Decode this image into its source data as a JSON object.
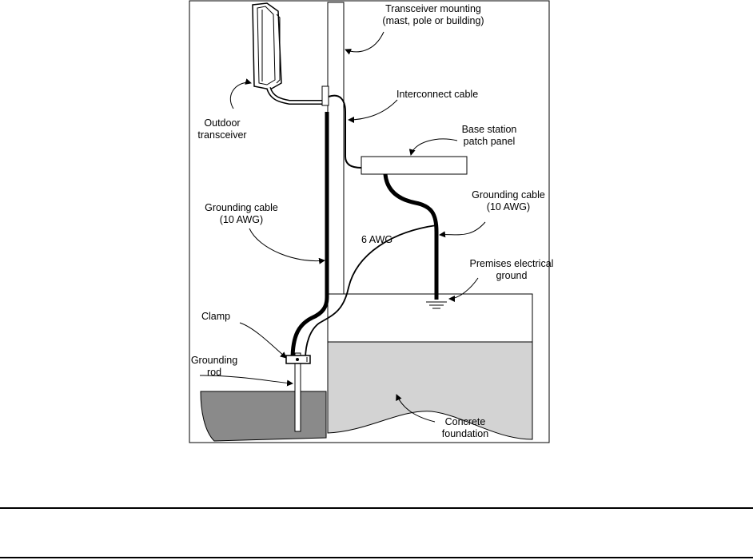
{
  "diagram": {
    "labels": {
      "mounting_line1": "Transceiver mounting",
      "mounting_line2": "(mast, pole or building)",
      "interconnect": "Interconnect cable",
      "outdoor_line1": "Outdoor",
      "outdoor_line2": "transceiver",
      "patch_line1": "Base station",
      "patch_line2": "patch panel",
      "ground_left_line1": "Grounding cable",
      "ground_left_line2": "(10 AWG)",
      "ground_right_line1": "Grounding cable",
      "ground_right_line2": "(10 AWG)",
      "six_awg": "6 AWG",
      "premises_line1": "Premises electrical",
      "premises_line2": "ground",
      "clamp": "Clamp",
      "rod_line1": "Grounding",
      "rod_line2": "rod",
      "concrete_line1": "Concrete",
      "concrete_line2": "foundation"
    }
  }
}
